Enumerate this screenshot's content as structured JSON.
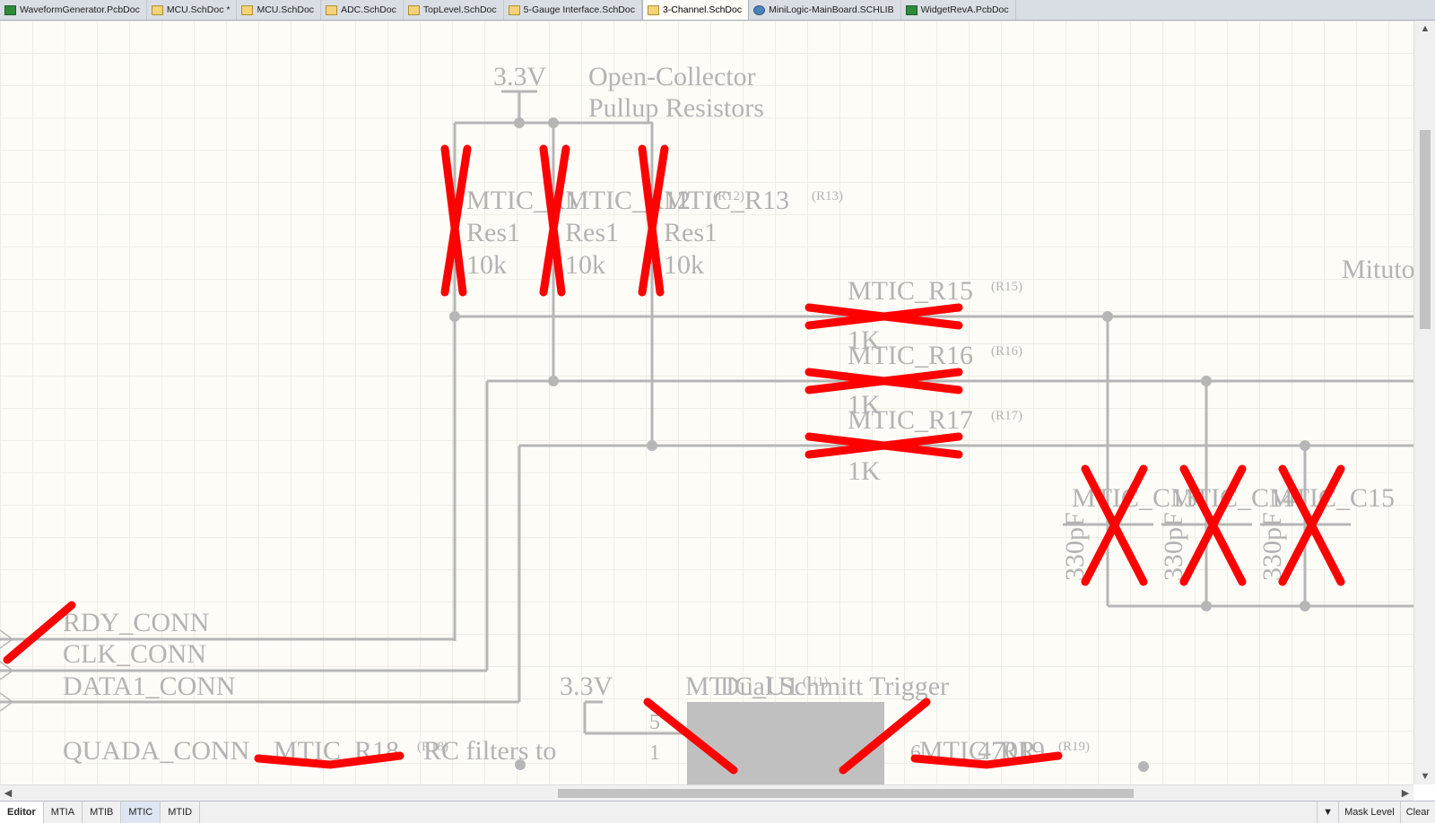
{
  "tabs": [
    {
      "label": "WaveformGenerator.PcbDoc",
      "icon": "pcb-doc-icon",
      "active": false
    },
    {
      "label": "MCU.SchDoc *",
      "icon": "schematic-doc-icon",
      "active": false
    },
    {
      "label": "MCU.SchDoc",
      "icon": "schematic-doc-icon",
      "active": false
    },
    {
      "label": "ADC.SchDoc",
      "icon": "schematic-doc-icon",
      "active": false
    },
    {
      "label": "TopLevel.SchDoc",
      "icon": "schematic-doc-icon",
      "active": false
    },
    {
      "label": "5-Gauge Interface.SchDoc",
      "icon": "schematic-doc-icon",
      "active": false
    },
    {
      "label": "3-Channel.SchDoc",
      "icon": "schematic-doc-icon",
      "active": true
    },
    {
      "label": "MiniLogic-MainBoard.SCHLIB",
      "icon": "schematic-library-icon",
      "active": false
    },
    {
      "label": "WidgetRevA.PcbDoc",
      "icon": "pcb-doc-icon",
      "active": false
    }
  ],
  "schematic": {
    "power_top": "3.3V",
    "note_line1": "Open-Collector",
    "note_line2": "Pullup Resistors",
    "r11_designator": "MTIC_R11",
    "r12_designator": "MTIC_R12",
    "r13_designator": "MTIC_R13",
    "r11_comment": "Res1",
    "r12_comment": "Res1",
    "r13_comment": "Res1",
    "r11_value": "10k",
    "r12_value": "10k",
    "r13_value": "10k",
    "r12_ghost": "(R12)",
    "r13_ghost": "(R13)",
    "r15_designator": "MTIC_R15",
    "r16_designator": "MTIC_R16",
    "r17_designator": "MTIC_R17",
    "r15_ghost": "(R15)",
    "r16_ghost": "(R16)",
    "r17_ghost": "(R17)",
    "r15_value": "1K",
    "r16_value": "1K",
    "r17_value": "1K",
    "mitutoyo_label": "Mituto",
    "c13_designator": "MTIC_C13",
    "c14_designator": "MTIC_C14",
    "c15_designator": "MTIC_C15",
    "c13_value": "330pF",
    "c14_value": "330pF",
    "c15_value": "330pF",
    "net_rdy": "RDY_CONN",
    "net_clk": "CLK_CONN",
    "net_data1": "DATA1_CONN",
    "net_quada": "QUADA_CONN",
    "r18_designator": "MTIC_R18",
    "r18_ghost": "(R18)",
    "rc_note": "RC filters to",
    "power_bottom": "3.3V",
    "u1_designator": "MTIC_U1",
    "u1_ghost": "(U1)",
    "u1_comment": "Dual Schmitt Trigger",
    "u1_pin5": "5",
    "u1_pin1": "1",
    "r19_designator": "MTIC_R19",
    "r19_value": "470R",
    "r19_ghost": "(R19)",
    "pin_6": "6"
  },
  "bottom_tabs": [
    "Editor",
    "MTIA",
    "MTIB",
    "MTIC",
    "MTID"
  ],
  "status_right": {
    "mask_level": "Mask Level",
    "clear": "Clear"
  },
  "colors": {
    "wire": "#b6b6b6",
    "text": "#b3b3b3",
    "error_mark": "#ff0000",
    "canvas": "#fdfcf7",
    "grid": "#eeede6",
    "ic_body": "#c0c0c0"
  }
}
